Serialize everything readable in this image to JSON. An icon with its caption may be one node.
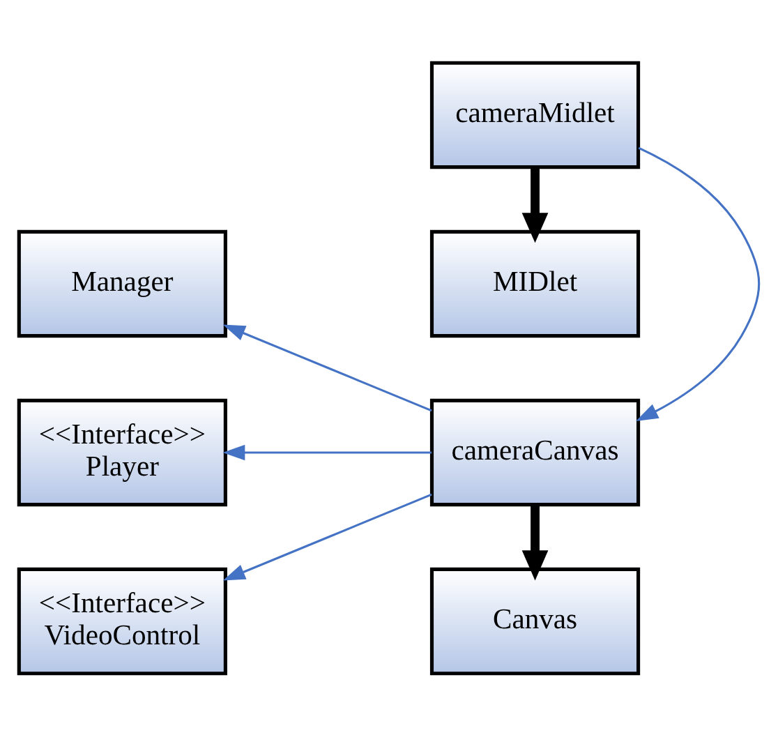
{
  "diagram": {
    "nodes": [
      {
        "text": [
          "Canvas"
        ]
      },
      {
        "text": [
          "Manager"
        ]
      },
      {
        "text": [
          "cameraCanvas"
        ]
      },
      {
        "text": [
          "<<Interface>>",
          "Player"
        ]
      },
      {
        "text": [
          "cameraMidlet"
        ]
      },
      {
        "text": [
          "<<Interface>>",
          "VideoControl"
        ]
      },
      {
        "text": [
          "MIDlet"
        ]
      }
    ],
    "edges": [
      {
        "from": 2,
        "to": 0,
        "arrow": "to",
        "style": "thick",
        "color": "#000000"
      },
      {
        "from": 2,
        "to": 1,
        "arrow": "to"
      },
      {
        "from": 2,
        "to": 3,
        "arrow": "to"
      },
      {
        "from": 2,
        "to": 5,
        "arrow": "to"
      },
      {
        "from": 4,
        "to": 2,
        "arrow": "to"
      },
      {
        "from": 4,
        "to": 6,
        "arrow": "to",
        "style": "thick",
        "color": "#000000"
      }
    ]
  }
}
